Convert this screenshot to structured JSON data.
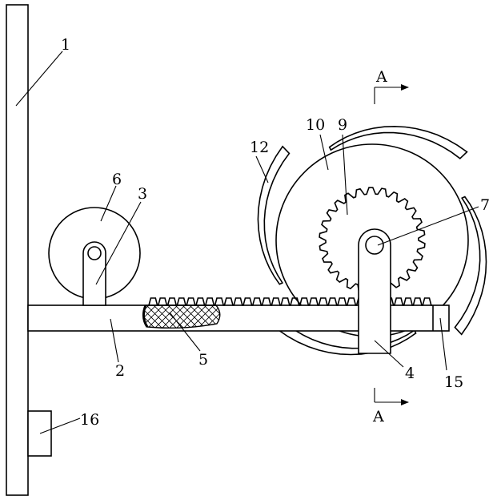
{
  "labels": {
    "l1": "1",
    "l2": "2",
    "l3": "3",
    "l4": "4",
    "l5": "5",
    "l6": "6",
    "l7": "7",
    "l9": "9",
    "l10": "10",
    "l12": "12",
    "l15": "15",
    "l16": "16"
  },
  "section": {
    "top": "A",
    "bottom": "A"
  },
  "rack": {
    "tooth_count": 30
  },
  "gear": {
    "tooth_count": 26
  },
  "blades": {
    "count": 4
  }
}
